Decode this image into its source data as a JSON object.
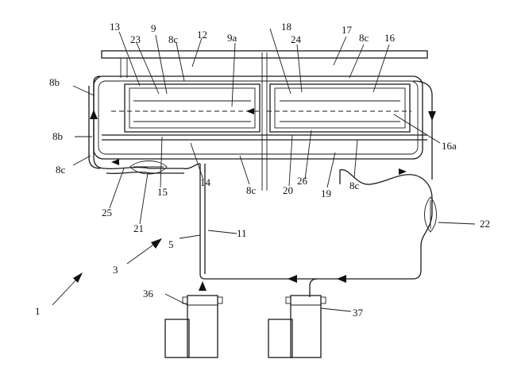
{
  "labels": {
    "l1": "1",
    "l3": "3",
    "l5": "5",
    "l8b_top": "8b",
    "l8b_mid": "8b",
    "l8c_left": "8c",
    "l8c_top1": "8c",
    "l8c_top2": "8c",
    "l8c_bot1": "8c",
    "l8c_bot2": "8c",
    "l9": "9",
    "l9a": "9a",
    "l11": "11",
    "l12": "12",
    "l13": "13",
    "l14": "14",
    "l15": "15",
    "l16": "16",
    "l16a": "16a",
    "l17": "17",
    "l18": "18",
    "l19": "19",
    "l20": "20",
    "l21": "21",
    "l22": "22",
    "l23": "23",
    "l24": "24",
    "l25": "25",
    "l26": "26",
    "l36": "36",
    "l37": "37"
  },
  "colors": {
    "line": "#1a1a1a",
    "background": "#ffffff"
  }
}
